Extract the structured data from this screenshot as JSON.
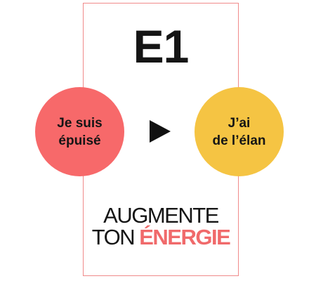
{
  "card": {
    "code": "E1",
    "from_state": {
      "line1": "Je suis",
      "line2": "épuisé",
      "color": "#f7696a"
    },
    "to_state": {
      "line1": "J’ai",
      "line2": "de l’élan",
      "color": "#f5c443"
    },
    "arrow_icon": "play-triangle-icon",
    "tagline": {
      "line1": "AUGMENTE",
      "line2_plain": "TON ",
      "line2_highlight": "ÉNERGIE",
      "highlight_color": "#f06a6b"
    },
    "border_color": "#f08a8a"
  }
}
